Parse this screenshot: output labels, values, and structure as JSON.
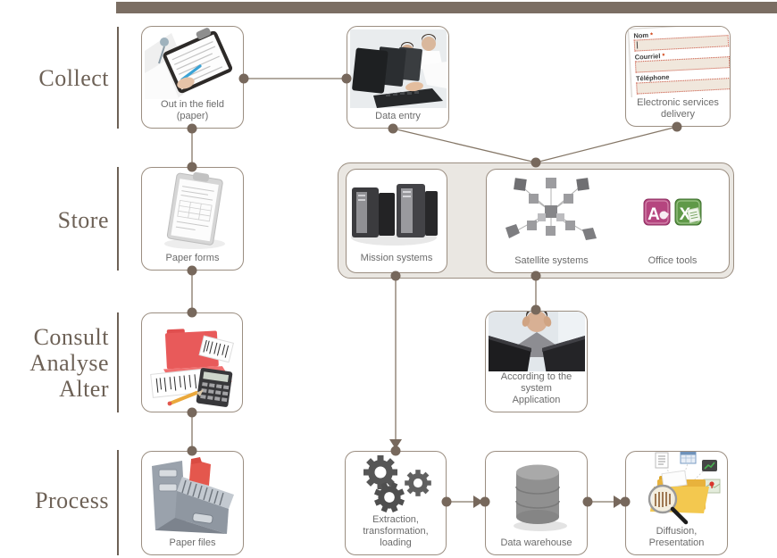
{
  "rows": [
    {
      "label": "Collect"
    },
    {
      "label": "Store"
    },
    {
      "label": "Consult\nAnalyse\nAlter"
    },
    {
      "label": "Process"
    }
  ],
  "boxes": {
    "out_field": {
      "label": "Out in the field (paper)"
    },
    "data_entry": {
      "label": "Data entry"
    },
    "e_services": {
      "label": "Electronic services\ndelivery",
      "fields": [
        {
          "label": "Nom",
          "required": "*"
        },
        {
          "label": "Courriel",
          "required": "*"
        },
        {
          "label": "Téléphone",
          "required": ""
        }
      ]
    },
    "paper_forms": {
      "label": "Paper forms"
    },
    "mission": {
      "label": "Mission systems"
    },
    "satellite": {
      "label": "Satellite systems"
    },
    "office": {
      "label": "Office tools",
      "access_letter": "A",
      "excel_letter": "X"
    },
    "according": {
      "label": "According to the system\nApplication"
    },
    "paper_files": {
      "label": "Paper files"
    },
    "etl": {
      "label": "Extraction,\ntransformation,\nloading"
    },
    "warehouse": {
      "label": "Data warehouse"
    },
    "diffusion": {
      "label": "Diffusion,\nPresentation"
    }
  },
  "colors": {
    "header_bar": "#7b6e63",
    "box_border": "#9b8e81",
    "connector_line": "#857767",
    "connector_dot": "#77685c",
    "group_bg": "#eae7e2",
    "box_label": "#6b6b6b",
    "row_label": "#6d6156",
    "form_required": "#cc3300",
    "form_field_bg": "#f0e7dc",
    "form_field_border": "#cc5544"
  }
}
